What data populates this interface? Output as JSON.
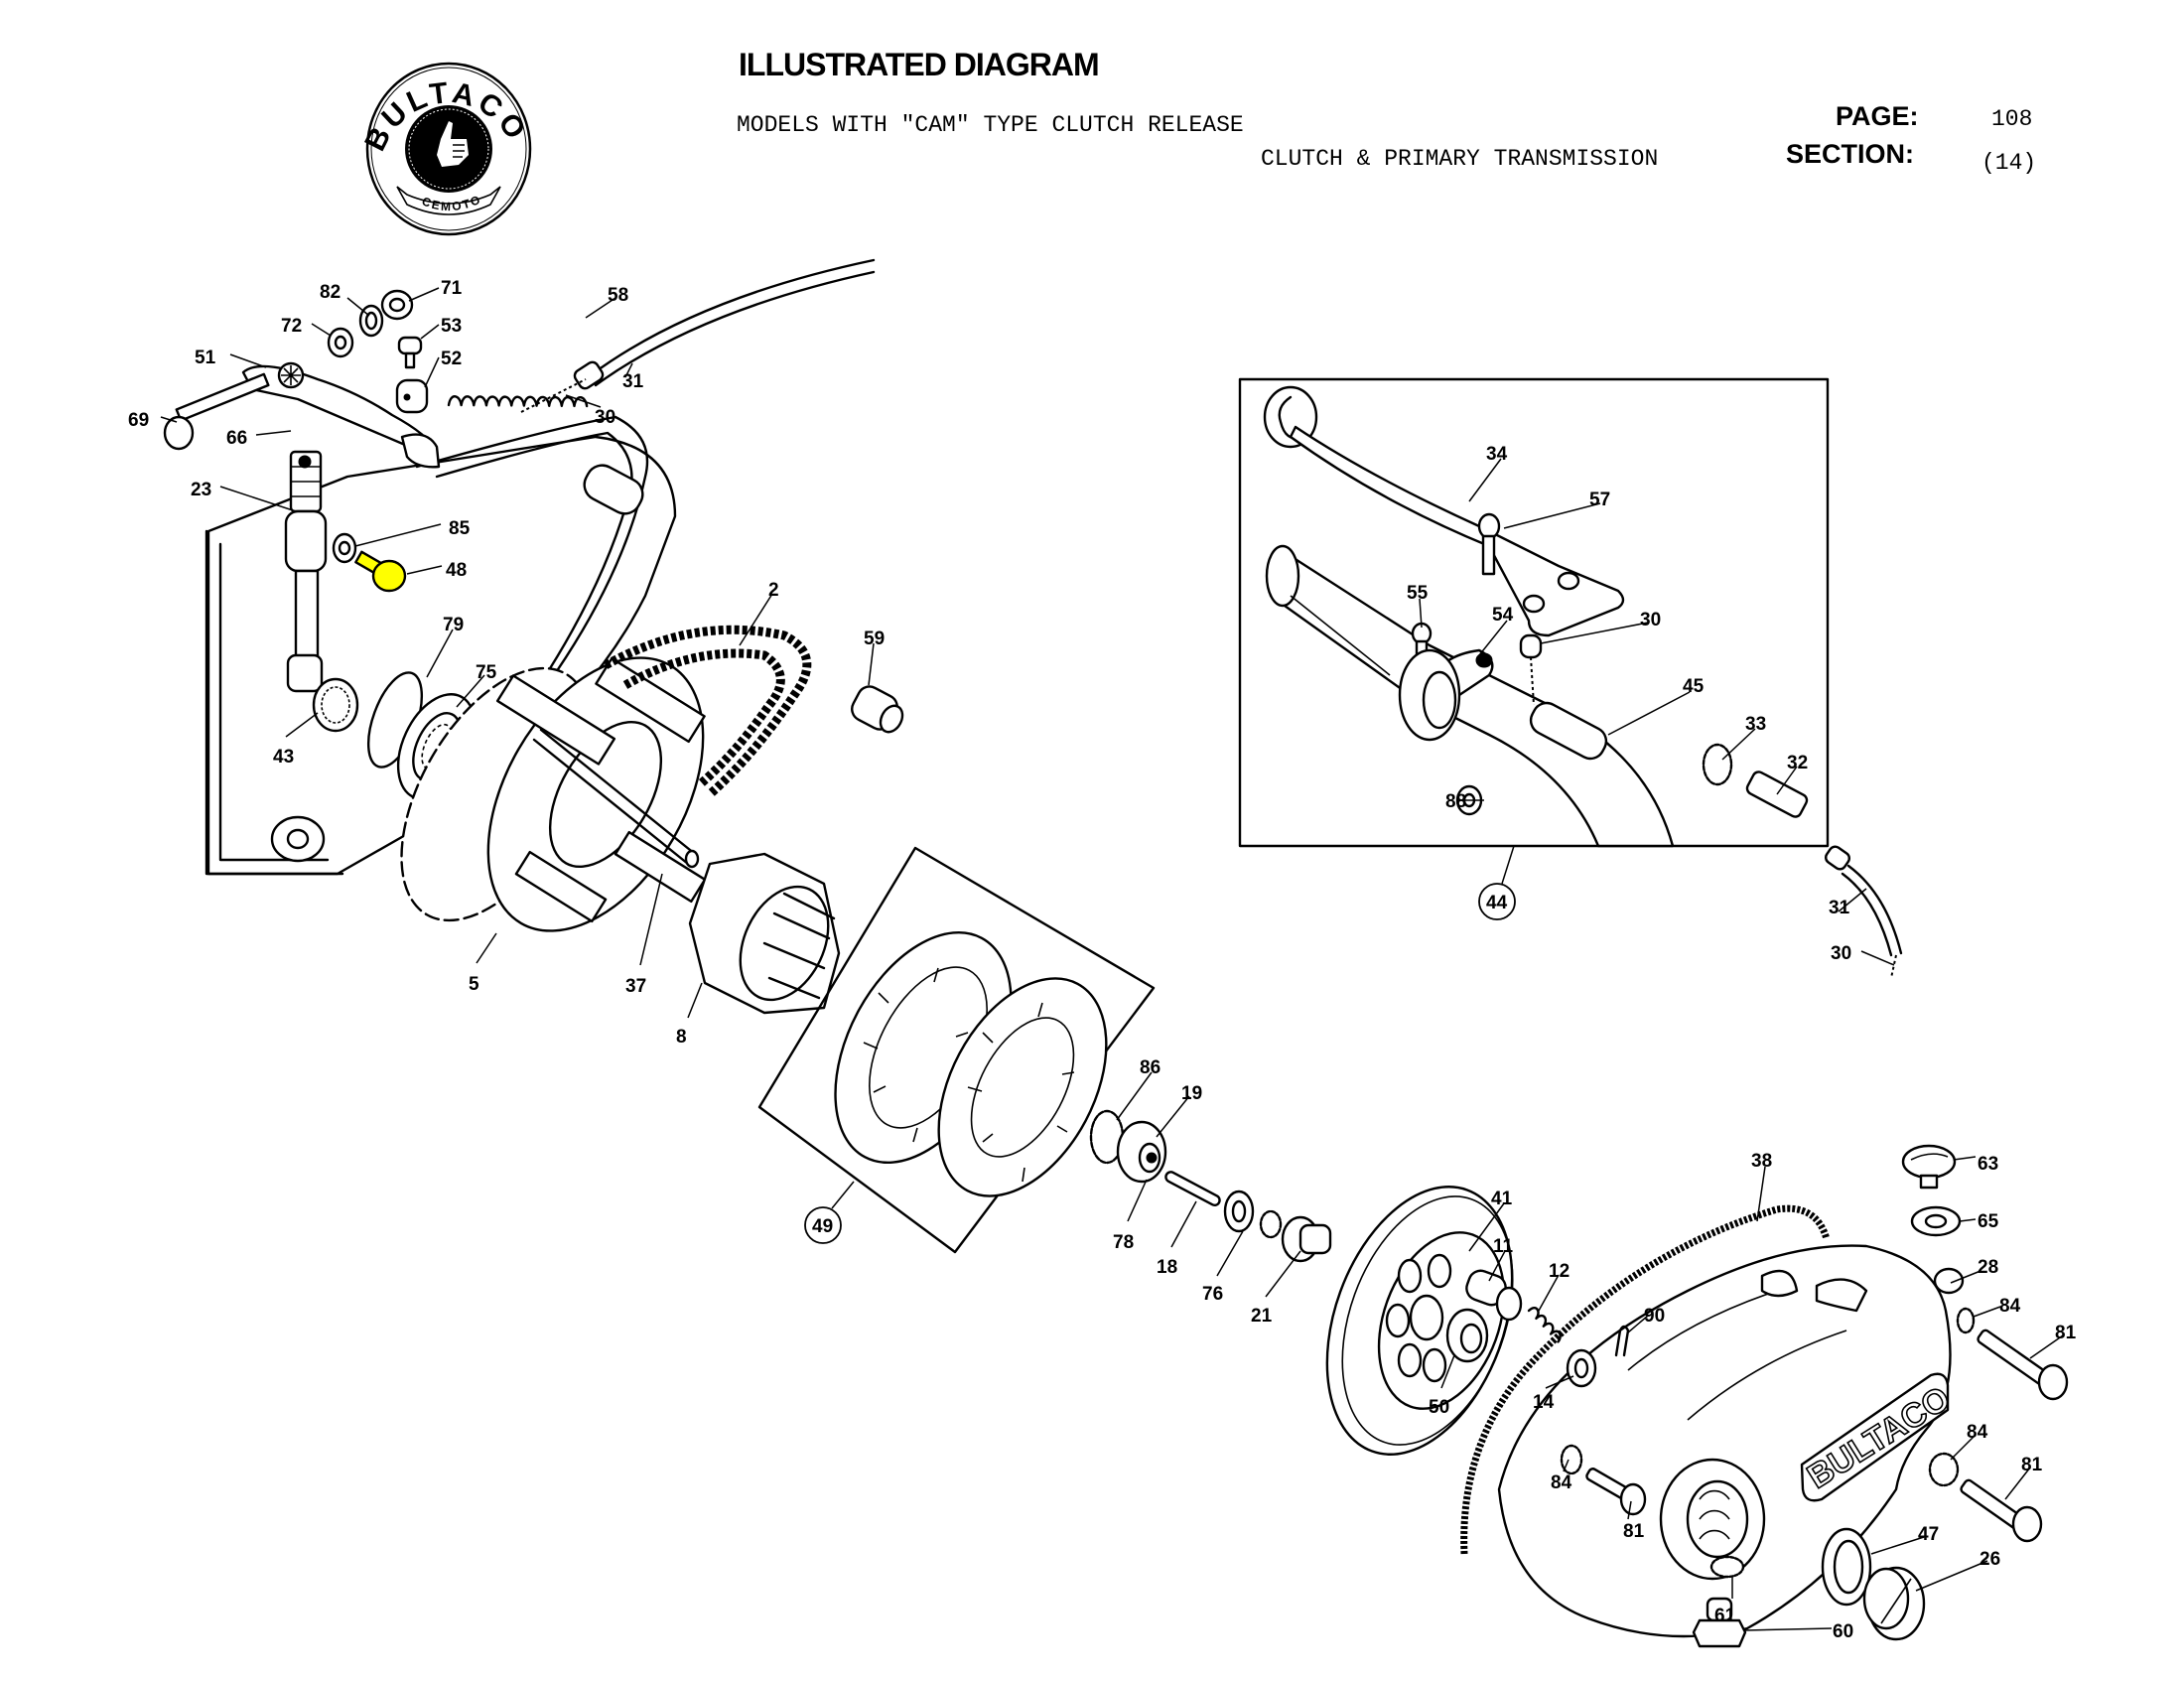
{
  "header": {
    "title": "ILLUSTRATED DIAGRAM",
    "subtitle": "MODELS WITH \"CAM\" TYPE CLUTCH RELEASE",
    "section_name": "CLUTCH & PRIMARY TRANSMISSION",
    "page_label": "PAGE:",
    "page_value": "108",
    "section_label": "SECTION:",
    "section_value": "(14)"
  },
  "logo": {
    "brand": "BULTACO",
    "ribbon": "CEMOTO",
    "icon": "thumbs-up-icon"
  },
  "cover_text": "BULTACO",
  "highlight_color": "#ffff00",
  "callouts": {
    "p82": "82",
    "p71": "71",
    "p72": "72",
    "p53": "53",
    "p51": "51",
    "p52": "52",
    "p58": "58",
    "p31a": "31",
    "p30a": "30",
    "p69": "69",
    "p66": "66",
    "p23": "23",
    "p85": "85",
    "p48": "48",
    "p79": "79",
    "p2": "2",
    "p75": "75",
    "p43": "43",
    "p59": "59",
    "p5": "5",
    "p37": "37",
    "p8": "8",
    "p86": "86",
    "p19": "19",
    "p78": "78",
    "p18": "18",
    "p76": "76",
    "p21": "21",
    "p49": "49",
    "p41": "41",
    "p11": "11",
    "p12": "12",
    "p50": "50",
    "p14": "14",
    "p90": "90",
    "p38": "38",
    "p63": "63",
    "p65": "65",
    "p28": "28",
    "p84a": "84",
    "p81a": "81",
    "p84b": "84",
    "p81b": "81",
    "p84c": "84",
    "p81c": "81",
    "p47": "47",
    "p26": "26",
    "p61": "61",
    "p60": "60",
    "p34": "34",
    "p57": "57",
    "p55": "55",
    "p54": "54",
    "p30b": "30",
    "p45": "45",
    "p33": "33",
    "p32": "32",
    "p88": "88",
    "p44": "44",
    "p31b": "31",
    "p30c": "30"
  },
  "highlighted_part": "48"
}
